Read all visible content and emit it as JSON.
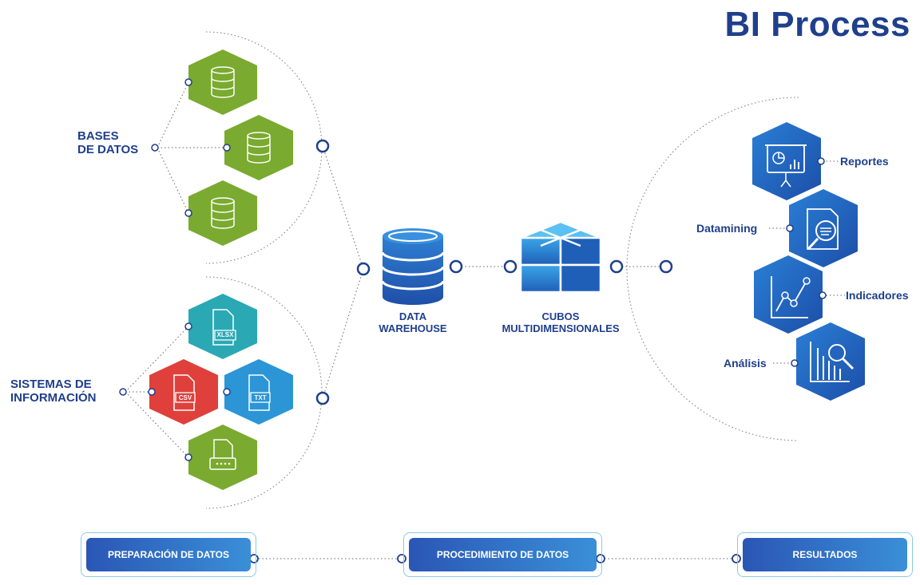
{
  "title": "BI Process",
  "sources": {
    "databases_label": [
      "BASES",
      "DE DATOS"
    ],
    "systems_label": [
      "SISTEMAS DE",
      "INFORMACIÓN"
    ],
    "file_badges": [
      "XLSX",
      "CSV",
      "TXT"
    ]
  },
  "warehouse_label": [
    "DATA",
    "WAREHOUSE"
  ],
  "cubes_label": [
    "CUBOS",
    "MULTIDIMENSIONALES"
  ],
  "outputs": {
    "reportes": "Reportes",
    "datamining": "Datamining",
    "indicadores": "Indicadores",
    "analisis": "Análisis"
  },
  "stages": {
    "preparacion": "PREPARACIÓN DE DATOS",
    "procedimiento": "PROCEDIMIENTO DE DATOS",
    "resultados": "RESULTADOS"
  },
  "colors": {
    "green": "#7aaa2f",
    "teal": "#2aa8b4",
    "red": "#e0403c",
    "sky": "#2c95d6",
    "navy": "#1f3f8c",
    "blue": "#2f6fcf"
  }
}
